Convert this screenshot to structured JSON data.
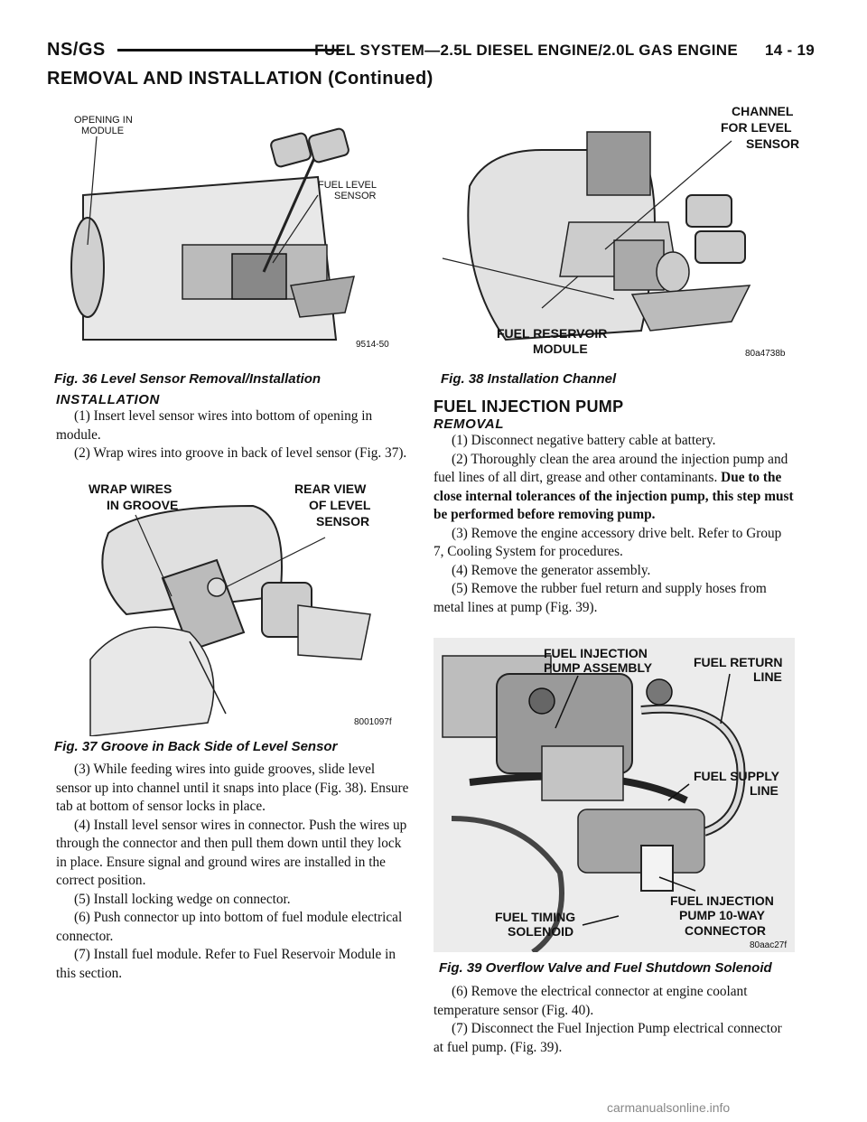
{
  "header": {
    "left": "NS/GS",
    "title": "FUEL SYSTEM—2.5L DIESEL ENGINE/2.0L GAS ENGINE",
    "page": "14 - 19",
    "subtitle": "REMOVAL AND INSTALLATION (Continued)"
  },
  "fig36": {
    "labels": [
      "OPENING IN",
      "MODULE",
      "FUEL LEVEL",
      "SENSOR"
    ],
    "code": "9514-50",
    "caption": "Fig. 36 Level Sensor Removal/Installation"
  },
  "fig38": {
    "labels": [
      "CHANNEL",
      "FOR LEVEL",
      "SENSOR",
      "FUEL RESERVOIR",
      "MODULE"
    ],
    "code": "80a4738b",
    "caption": "Fig. 38 Installation Channel"
  },
  "fig37": {
    "labels": [
      "WRAP WIRES",
      "IN GROOVE",
      "REAR VIEW",
      "OF LEVEL",
      "SENSOR"
    ],
    "code": "8001097f",
    "caption": "Fig. 37 Groove in Back Side of Level Sensor"
  },
  "fig39": {
    "labels": [
      "FUEL INJECTION",
      "PUMP ASSEMBLY",
      "FUEL RETURN",
      "LINE",
      "FUEL SUPPLY",
      "LINE",
      "FUEL INJECTION",
      "PUMP 10-WAY",
      "CONNECTOR",
      "FUEL TIMING",
      "SOLENOID"
    ],
    "code": "80aac27f",
    "caption": "Fig. 39 Overflow Valve and Fuel Shutdown Solenoid"
  },
  "left_col": {
    "heading": "INSTALLATION",
    "p1": "(1) Insert level sensor wires into bottom of opening in module.",
    "p2": "(2) Wrap wires into groove in back of level sensor (Fig. 37).",
    "p3": "(3) While feeding wires into guide grooves, slide level sensor up into channel until it snaps into place (Fig. 38). Ensure tab at bottom of sensor locks in place.",
    "p4": "(4) Install level sensor wires in connector. Push the wires up through the connector and then pull them down until they lock in place. Ensure signal and ground wires are installed in the correct position.",
    "p5": "(5) Install locking wedge on connector.",
    "p6": "(6) Push connector up into bottom of fuel module electrical connector.",
    "p7": "(7) Install fuel module. Refer to Fuel Reservoir Module in this section."
  },
  "right_col": {
    "heading": "FUEL INJECTION PUMP",
    "subheading": "REMOVAL",
    "p1": "(1) Disconnect negative battery cable at battery.",
    "p2": "(2) Thoroughly clean the area around the injection pump and fuel lines of all dirt, grease and other contaminants.",
    "p2_bold": "Due to the close internal tolerances of the injection pump, this step must be performed before removing pump.",
    "p3": "(3) Remove the engine accessory drive belt. Refer to Group 7, Cooling System for procedures.",
    "p4": "(4) Remove the generator assembly.",
    "p5": "(5) Remove the rubber fuel return and supply hoses from metal lines at pump (Fig. 39).",
    "p6": "(6) Remove the electrical connector at engine coolant temperature sensor (Fig. 40).",
    "p7": "(7) Disconnect the Fuel Injection Pump electrical connector at fuel pump. (Fig. 39)."
  },
  "watermark": "carmanualsonline.info"
}
